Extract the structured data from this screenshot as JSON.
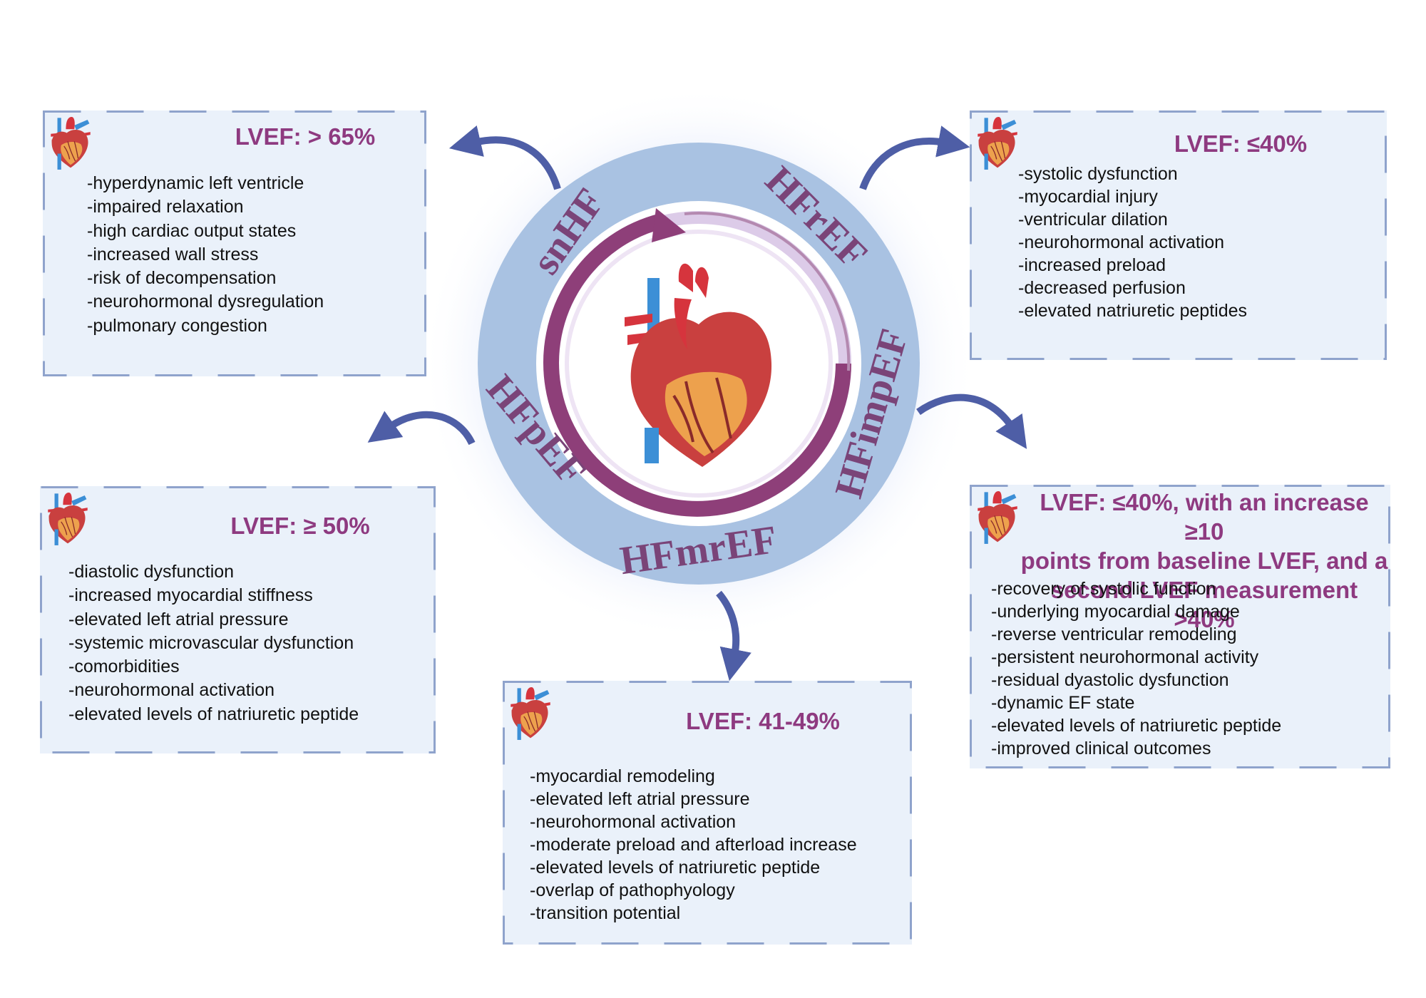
{
  "colors": {
    "ring": "#a9c2e2",
    "ring_text": "#7a4478",
    "arrow": "#4e5ea6",
    "box_fill": "#eaf1fa",
    "box_dash": "#8fa3cc",
    "heading": "#8e3a80",
    "cycle_arrow": "#8e3f79"
  },
  "ring_labels": {
    "snhf": "snHF",
    "hfref": "HFrEF",
    "hfimpef": "HFimpEF",
    "hfmref": "HFmrEF",
    "hfpef": "HFpEF"
  },
  "boxes": {
    "snhf": {
      "heading": "LVEF: > 65%",
      "items": [
        "-hyperdynamic left ventricle",
        "-impaired relaxation",
        "-high cardiac output states",
        "-increased wall stress",
        "-risk of decompensation",
        "-neurohormonal dysregulation",
        "-pulmonary congestion"
      ]
    },
    "hfref": {
      "heading": "LVEF: ≤40%",
      "items": [
        "-systolic dysfunction",
        "-myocardial injury",
        "-ventricular dilation",
        "-neurohormonal activation",
        "-increased preload",
        "-decreased perfusion",
        "-elevated natriuretic peptides"
      ]
    },
    "hfpef": {
      "heading": "LVEF: ≥ 50%",
      "items": [
        "-diastolic  dysfunction",
        "-increased myocardial stiffness",
        "-elevated left atrial pressure",
        "-systemic microvascular dysfunction",
        "-comorbidities",
        "-neurohormonal activation",
        "-elevated levels of natriuretic  peptide"
      ]
    },
    "hfmref": {
      "heading": "LVEF: 41-49%",
      "items": [
        "-myocardial remodeling",
        "-elevated left atrial pressure",
        "-neurohormonal activation",
        "-moderate preload and afterload increase",
        "-elevated levels of natriuretic  peptide",
        "-overlap of pathophyology",
        "-transition potential"
      ]
    },
    "hfimpef": {
      "heading_lines": [
        "LVEF: ≤40%, with an increase ≥10",
        "points from baseline LVEF, and a",
        "second LVEF measurement >40%"
      ],
      "items": [
        "-recovery of systolic function",
        "-underlying myocardial damage",
        "-reverse ventricular remodeling",
        "-persistent neurohormonal activity",
        "-residual dyastolic dysfunction",
        "-dynamic EF state",
        "-elevated levels of natriuretic  peptide",
        "-improved clinical outcomes"
      ]
    }
  }
}
